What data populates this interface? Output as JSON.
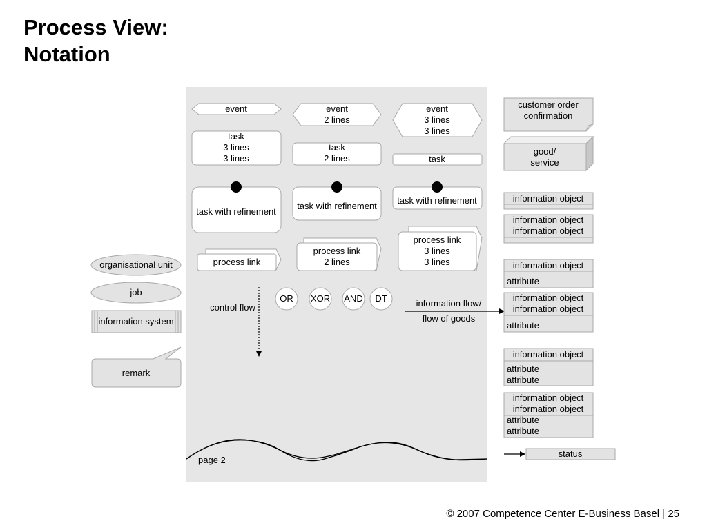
{
  "title": {
    "line1": "Process View:",
    "line2": "Notation"
  },
  "footer": {
    "text": "© 2007 Competence Center E-Business Basel |",
    "page": "25"
  },
  "events": {
    "e1": [
      "event"
    ],
    "e2": [
      "event",
      "2 lines"
    ],
    "e3": [
      "event",
      "3 lines",
      "3 lines"
    ]
  },
  "tasks": {
    "t3": [
      "task",
      "3 lines",
      "3 lines"
    ],
    "t2": [
      "task",
      "2 lines"
    ],
    "t1": [
      "task"
    ]
  },
  "refinement": "task with refinement",
  "process_links": {
    "p1": [
      "process link"
    ],
    "p2": [
      "process link",
      "2 lines"
    ],
    "p3": [
      "process link",
      "3 lines",
      "3 lines"
    ]
  },
  "left_shapes": {
    "org_unit": "organisational unit",
    "job": "job",
    "info_system": "information system",
    "remark": "remark"
  },
  "control_flow": "control flow",
  "operators": [
    "OR",
    "XOR",
    "AND",
    "DT"
  ],
  "info_flow": [
    "information flow/",
    "flow of goods"
  ],
  "page_connector": "page 2",
  "right_shapes": {
    "document": [
      "customer order",
      "confirmation"
    ],
    "good": [
      "good/",
      "service"
    ],
    "io1": [
      "information object"
    ],
    "io2": [
      "information object",
      "information object"
    ],
    "io3_head": [
      "information object"
    ],
    "io3_attr": [
      "attribute"
    ],
    "io4_head": [
      "information object",
      "information object"
    ],
    "io4_attr": [
      "attribute"
    ],
    "io5_head": [
      "information object"
    ],
    "io5_attr": [
      "attribute",
      "attribute"
    ],
    "io6_head": [
      "information object",
      "information object"
    ],
    "io6_attr": [
      "attribute",
      "attribute"
    ],
    "status": "status"
  },
  "colors": {
    "panel": "#e6e6e6",
    "shape_fill_light": "#ffffff",
    "shape_fill_grey": "#e3e3e3",
    "stroke": "#a8a8a8"
  }
}
